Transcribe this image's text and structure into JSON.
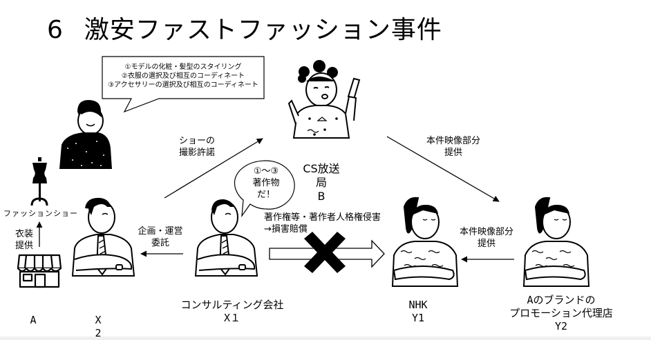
{
  "title": {
    "number": "6",
    "text": "激安ファストファッション事件"
  },
  "speech_bubble_styling": {
    "lines": [
      "①モデルの化粧・髪型のスタイリング",
      "②衣服の選択及び相互のコーディネート",
      "③アクセサリーの選択及び相互のコーディネート"
    ]
  },
  "speech_bubble_claim": {
    "lines": [
      "①〜③",
      "著作物",
      "だ！"
    ]
  },
  "arrows": {
    "shooting_permission": {
      "lines": [
        "ショーの",
        "撮影許諾"
      ]
    },
    "footage_provided_top": {
      "lines": [
        "本件映像部分",
        "提供"
      ]
    },
    "footage_provided_bottom": {
      "lines": [
        "本件映像部分",
        "提供"
      ]
    },
    "planning_commission": {
      "lines": [
        "企画・運営",
        "委託"
      ]
    },
    "costume_supply": {
      "lines": [
        "衣装",
        "提供"
      ]
    },
    "infringement_claim": {
      "lines": [
        "著作権等・著作者人格権侵害",
        "→損害賠償"
      ]
    }
  },
  "labels": {
    "fashion_show": "ファッションショー",
    "broadcaster": {
      "lines": [
        "CS放送",
        "局",
        "B"
      ]
    }
  },
  "parties": {
    "a": {
      "lines": [
        "A"
      ]
    },
    "x2": {
      "lines": [
        "X",
        "2"
      ]
    },
    "x1": {
      "lines": [
        "コンサルティング会社",
        "X１"
      ]
    },
    "y1": {
      "lines": [
        "NHK",
        "Y1"
      ]
    },
    "y2": {
      "lines": [
        "Aのブランドの",
        "プロモーション代理店",
        "Y2"
      ]
    }
  },
  "colors": {
    "ink": "#000000",
    "background": "#ffffff"
  }
}
